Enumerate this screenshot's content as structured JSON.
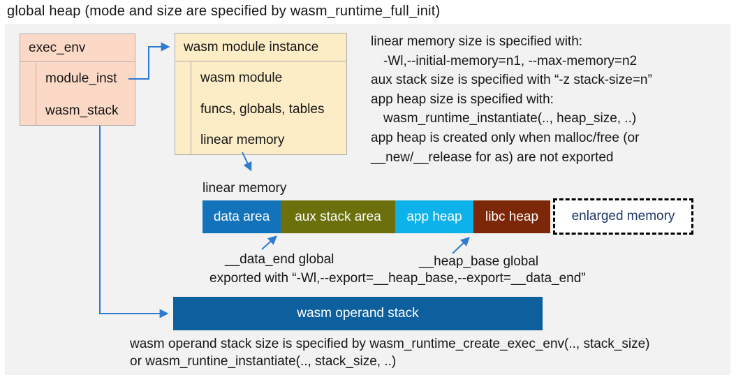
{
  "title": "global heap (mode and size are specified by wasm_runtime_full_init)",
  "exec_env": {
    "title": "exec_env",
    "rows": [
      "module_inst",
      "wasm_stack"
    ]
  },
  "module_instance": {
    "title": "wasm module instance",
    "rows": [
      "wasm module",
      "funcs, globals, tables",
      "linear memory"
    ]
  },
  "notes_top": [
    "linear memory size is specified with:",
    "-Wl,--initial-memory=n1, --max-memory=n2",
    "aux stack size is specified with “-z stack-size=n”",
    "app heap size is specified with:",
    "wasm_runtime_instantiate(.., heap_size, ..)",
    "app heap is created only when malloc/free (or",
    "__new/__release for as) are not exported"
  ],
  "linear_memory": {
    "label": "linear memory",
    "segments": [
      {
        "label": "data area",
        "color": "#1273ba"
      },
      {
        "label": "aux stack area",
        "color": "#6b700d"
      },
      {
        "label": "app heap",
        "color": "#0db2eb"
      },
      {
        "label": "libc heap",
        "color": "#7b2708"
      },
      {
        "label": "enlarged memory",
        "color": "#ffffff"
      }
    ]
  },
  "annotations": {
    "data_end": "__data_end global",
    "heap_base": "__heap_base global",
    "exported": "exported with “-Wl,--export=__heap_base,--export=__data_end”"
  },
  "operand_stack": {
    "label": "wasm operand stack"
  },
  "notes_bottom": [
    "wasm operand stack size is specified by wasm_runtime_create_exec_env(.., stack_size)",
    "or wasm_runtine_instantiate(.., stack_size, ..)"
  ],
  "colors": {
    "canvas_background": "#f2f2f2",
    "exec_env_fill": "#fcd9c6",
    "module_instance_fill": "#fcedc7",
    "data_area": "#1273ba",
    "aux_stack_area": "#6b700d",
    "app_heap": "#0db2eb",
    "libc_heap": "#7b2708",
    "operand_stack_fill": "#0d5f9e",
    "connector_blue": "#2e7ad0",
    "enlarged_memory_text": "#1f3864"
  }
}
